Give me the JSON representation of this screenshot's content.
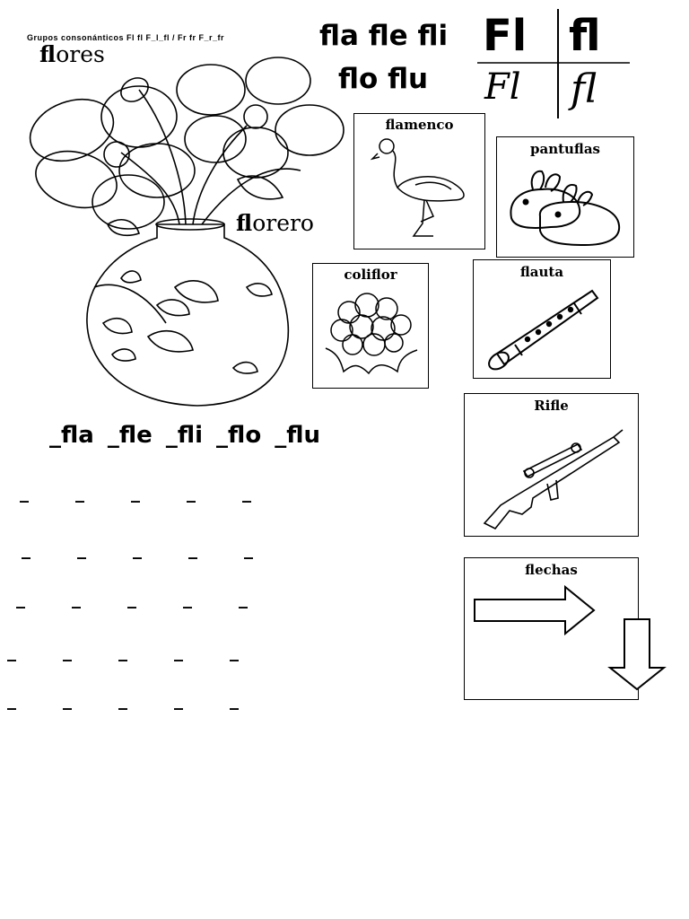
{
  "header_note": "Grupos consonánticos  Fl fl F_l_fl  /  Fr fr F_r_fr",
  "syllables_title": {
    "line1": "fla fle fli",
    "line2": "flo flu"
  },
  "letters": {
    "upper_print": "Fl",
    "lower_print": "fl",
    "upper_cursive": "Fl",
    "lower_cursive": "fl"
  },
  "main_words": {
    "flores": {
      "prefix": "fl",
      "rest": "ores"
    },
    "florero": {
      "prefix": "fl",
      "rest": "orero"
    }
  },
  "cards": {
    "flamenco": "flamenco",
    "pantuflas": "pantuflas",
    "coliflor": "coliflor",
    "flauta": "flauta",
    "rifle": "Rifle",
    "flechas": "flechas"
  },
  "syllable_row": "_fla  _fle  _fli  _flo  _flu",
  "blank_rows": [
    [
      "_",
      "_",
      "_",
      "_",
      "_"
    ],
    [
      "_",
      "_",
      "_",
      "_",
      "_"
    ],
    [
      "_",
      "_",
      "_",
      "_",
      "_"
    ],
    [
      "_",
      "_",
      "_",
      "_",
      "_"
    ],
    [
      "_",
      "_",
      "_",
      "_",
      "_"
    ]
  ]
}
